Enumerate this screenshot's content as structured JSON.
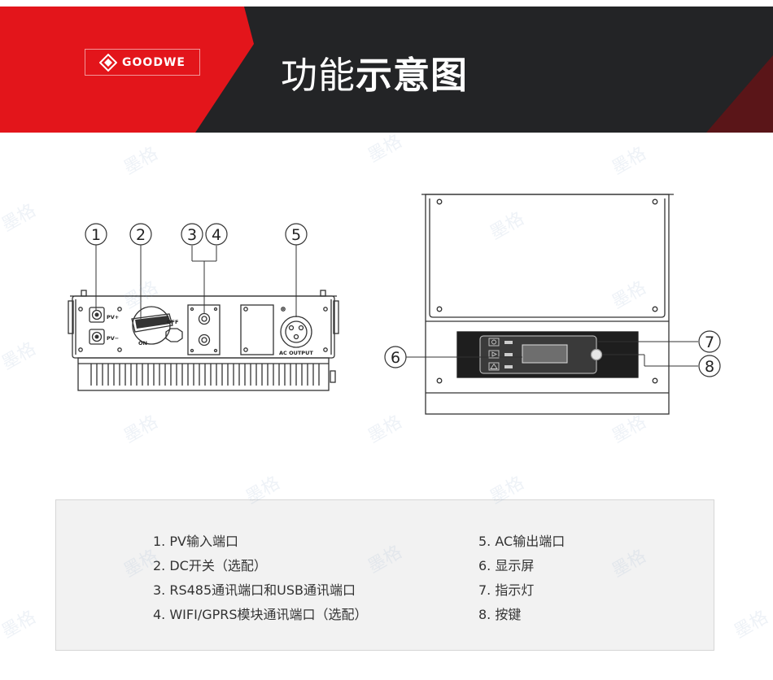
{
  "header": {
    "logo_text": "GOODWE",
    "logo_icon": "goodwe-diamond-logo-icon",
    "title_part1": "功能",
    "title_part2": "示意图",
    "colors": {
      "dark": "#232426",
      "red": "#e3151b"
    }
  },
  "diagram": {
    "callouts": [
      "1",
      "2",
      "3",
      "4",
      "5",
      "6",
      "7",
      "8"
    ],
    "labels": {
      "pv_plus": "PV+",
      "pv_minus": "PV−",
      "off": "OFF",
      "on": "ON",
      "ac_output": "AC OUTPUT"
    }
  },
  "legend": {
    "left": [
      "1. PV输入端口",
      "2. DC开关（选配）",
      "3. RS485通讯端口和USB通讯端口",
      "4. WIFI/GPRS模块通讯端口（选配）"
    ],
    "right": [
      "5. AC输出端口",
      "6. 显示屏",
      "7. 指示灯",
      "8. 按键"
    ]
  },
  "watermark": "墨格"
}
